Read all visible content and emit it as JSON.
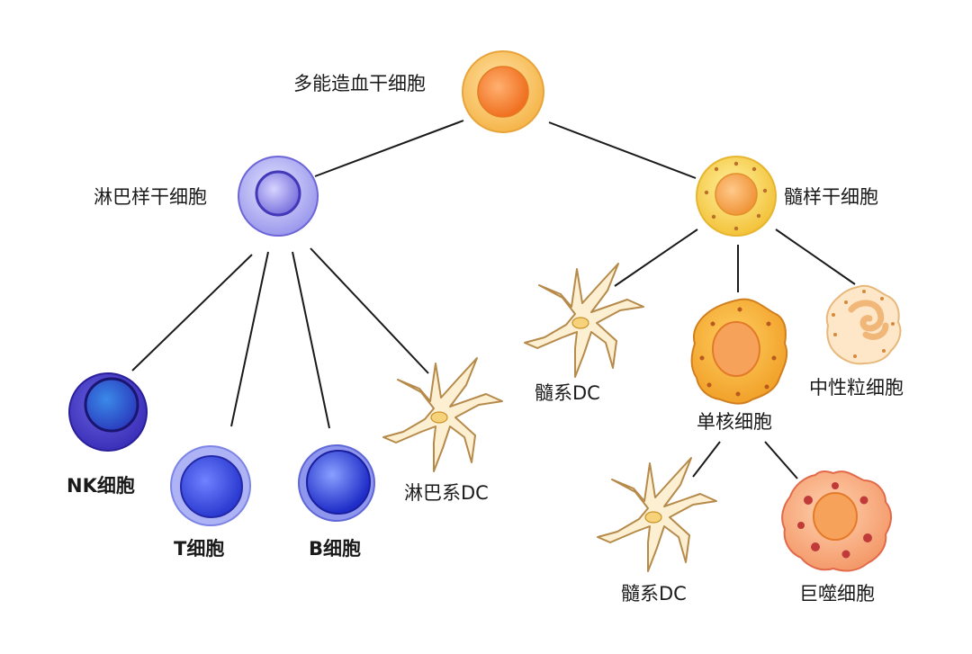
{
  "nodes": {
    "hsc": "多能造血干细胞",
    "lymphoid_stem": "淋巴样干细胞",
    "myeloid_stem": "髓样干细胞",
    "nk": "NK细胞",
    "t_cell": "T细胞",
    "b_cell": "B细胞",
    "lymphoid_dc": "淋巴系DC",
    "myeloid_dc_top": "髓系DC",
    "monocyte": "单核细胞",
    "neutrophil": "中性粒细胞",
    "myeloid_dc_bottom": "髓系DC",
    "macrophage": "巨噬细胞"
  }
}
